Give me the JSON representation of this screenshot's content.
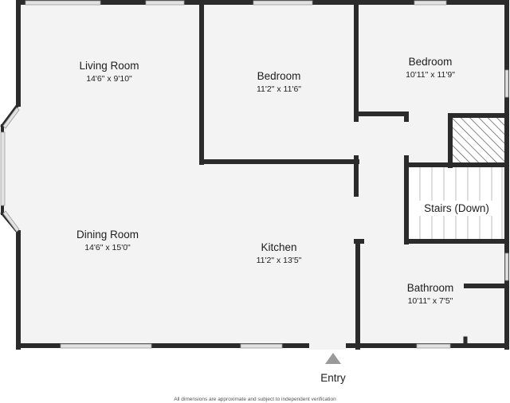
{
  "rooms": {
    "living_room": {
      "name": "Living Room",
      "dims": "14'6\" x 9'10\""
    },
    "bedroom_1": {
      "name": "Bedroom",
      "dims": "11'2\" x 11'6\""
    },
    "bedroom_2": {
      "name": "Bedroom",
      "dims": "10'11\" x 11'9\""
    },
    "dining_room": {
      "name": "Dining Room",
      "dims": "14'6\" x 15'0\""
    },
    "kitchen": {
      "name": "Kitchen",
      "dims": "11'2\" x 13'5\""
    },
    "stairs": {
      "name": "Stairs (Down)"
    },
    "bathroom": {
      "name": "Bathroom",
      "dims": "10'11\" x 7'5\""
    }
  },
  "entry": {
    "label": "Entry"
  },
  "disclaimer": "All dimensions are approximate and subject to independent verification",
  "colors": {
    "wall": "#2b2b2b",
    "floor": "#f3f3f3",
    "window": "#dcdcdc",
    "arrow": "#9a9a9a"
  }
}
